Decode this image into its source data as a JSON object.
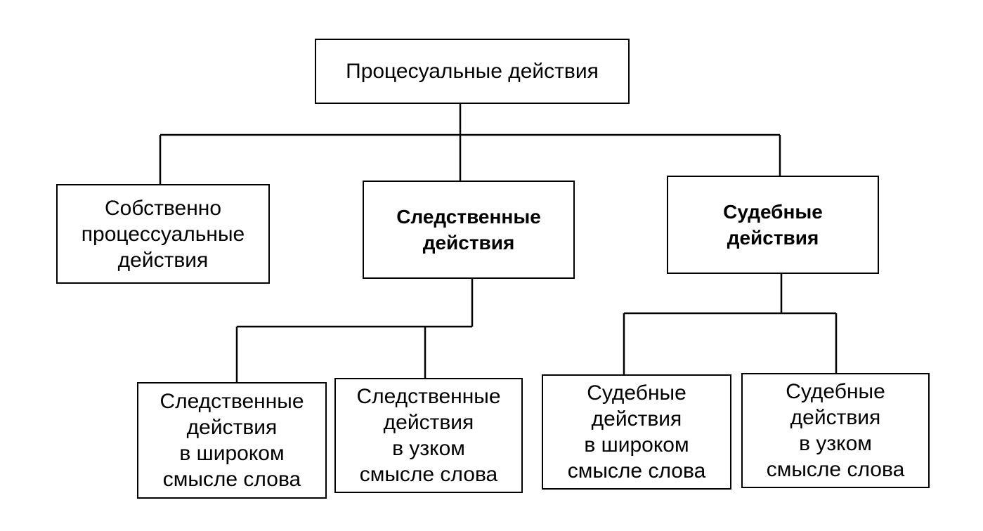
{
  "diagram": {
    "root": {
      "label": "Процесуальные действия"
    },
    "level1": [
      {
        "label": "Собственно\nпроцессуальные\nдействия"
      },
      {
        "label": "Следственные\nдействия"
      },
      {
        "label": "Судебные\nдействия"
      }
    ],
    "level2": [
      {
        "label": "Следственные\nдействия\nв широком\nсмысле слова"
      },
      {
        "label": "Следственные\nдействия\nв узком\nсмысле слова"
      },
      {
        "label": "Судебные\nдействия\nв широком\nсмысле слова"
      },
      {
        "label": "Судебные\nдействия\nв узком\nсмысле слова"
      }
    ]
  }
}
